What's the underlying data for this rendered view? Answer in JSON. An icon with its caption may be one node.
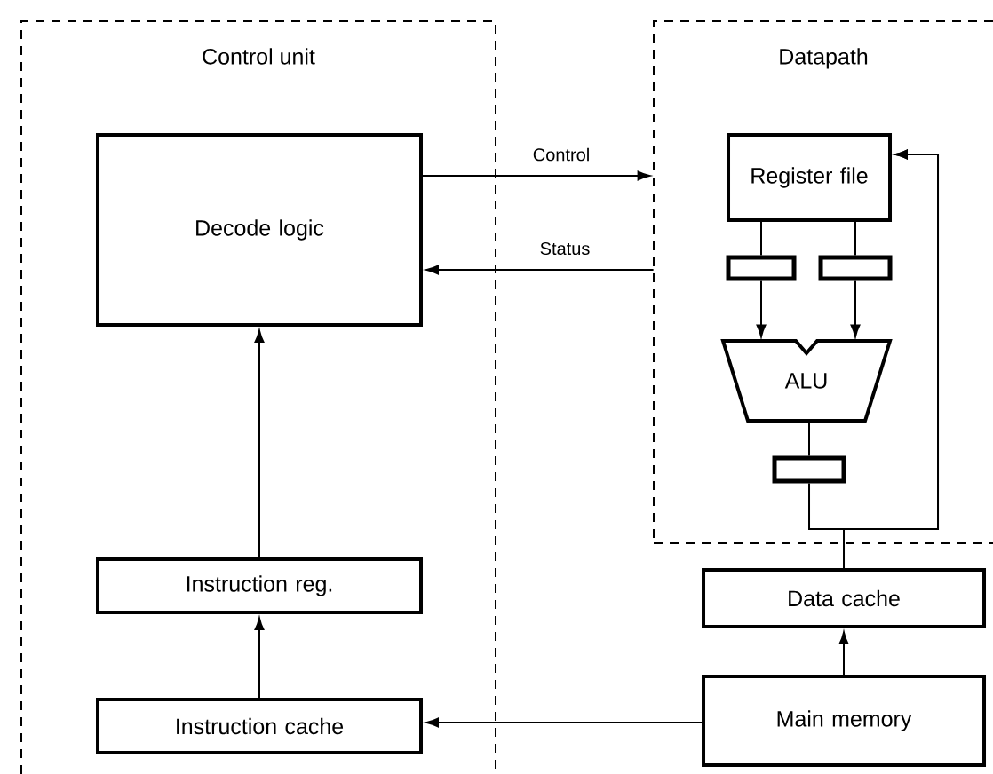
{
  "diagram": {
    "nodes": [
      {
        "text": [
          "Control unit"
        ]
      },
      {
        "text": [
          "Datapath"
        ]
      },
      {
        "text": [
          "Decode logic"
        ],
        "in": 0
      },
      {
        "text": [
          "Register file"
        ],
        "in": 1
      },
      {
        "text": [],
        "shape": "box",
        "in": 1
      },
      {
        "text": [],
        "shape": "box",
        "in": 1
      },
      {
        "text": [
          "ALU"
        ],
        "in": 1
      },
      {
        "text": [],
        "shape": "box",
        "in": 1
      },
      {
        "text": [
          "Instruction reg."
        ],
        "in": 0
      },
      {
        "text": [
          "Instruction cache"
        ],
        "in": 0
      },
      {
        "text": [
          "Data cache"
        ]
      },
      {
        "text": [
          "Main memory"
        ]
      }
    ],
    "edges": [
      {
        "from": 2,
        "to": 1,
        "arrow": "to",
        "label": "Control"
      },
      {
        "from": 1,
        "to": 2,
        "arrow": "to",
        "label": "Status"
      },
      {
        "from": 3,
        "to": 4,
        "arrow": "none"
      },
      {
        "from": 3,
        "to": 5,
        "arrow": "none"
      },
      {
        "from": 4,
        "to": 6,
        "arrow": "to"
      },
      {
        "from": 5,
        "to": 6,
        "arrow": "to"
      },
      {
        "from": 6,
        "to": 7,
        "arrow": "none"
      },
      {
        "from": 7,
        "to": 3,
        "arrow": "to"
      },
      {
        "from": 10,
        "to": 3,
        "arrow": "to"
      },
      {
        "from": 11,
        "to": 10,
        "arrow": "to"
      },
      {
        "from": 11,
        "to": 9,
        "arrow": "to"
      },
      {
        "from": 9,
        "to": 8,
        "arrow": "to"
      },
      {
        "from": 8,
        "to": 2,
        "arrow": "to"
      }
    ]
  }
}
